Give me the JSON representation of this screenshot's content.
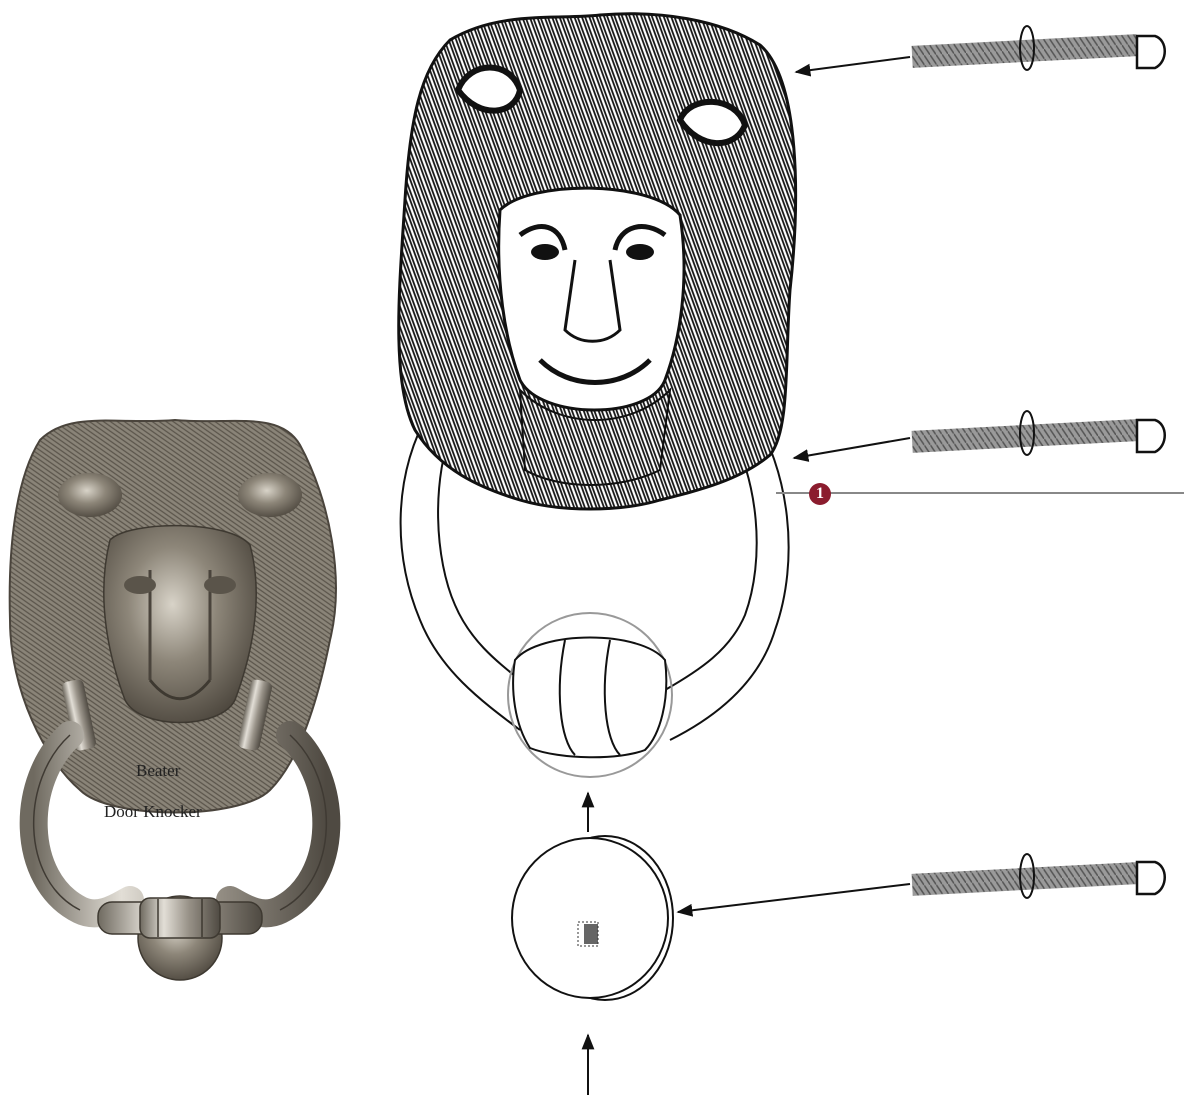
{
  "labels": {
    "door_knocker": "Door Knocker",
    "beater": "Beater"
  },
  "callout": {
    "number": "1",
    "color": "#8b1c2e"
  },
  "colors": {
    "metal_dark": "#4a443c",
    "metal_mid": "#8a8478",
    "metal_light": "#cfcac0",
    "ink": "#111111",
    "guide_line": "#888888"
  },
  "parts": {
    "product_photo": "lion-head-door-knocker-photo",
    "line_drawing": "lion-head-knocker-exploded-drawing",
    "strike_plate": "round-strike-plate",
    "screws": [
      "screw-top",
      "screw-middle",
      "screw-bottom"
    ]
  }
}
